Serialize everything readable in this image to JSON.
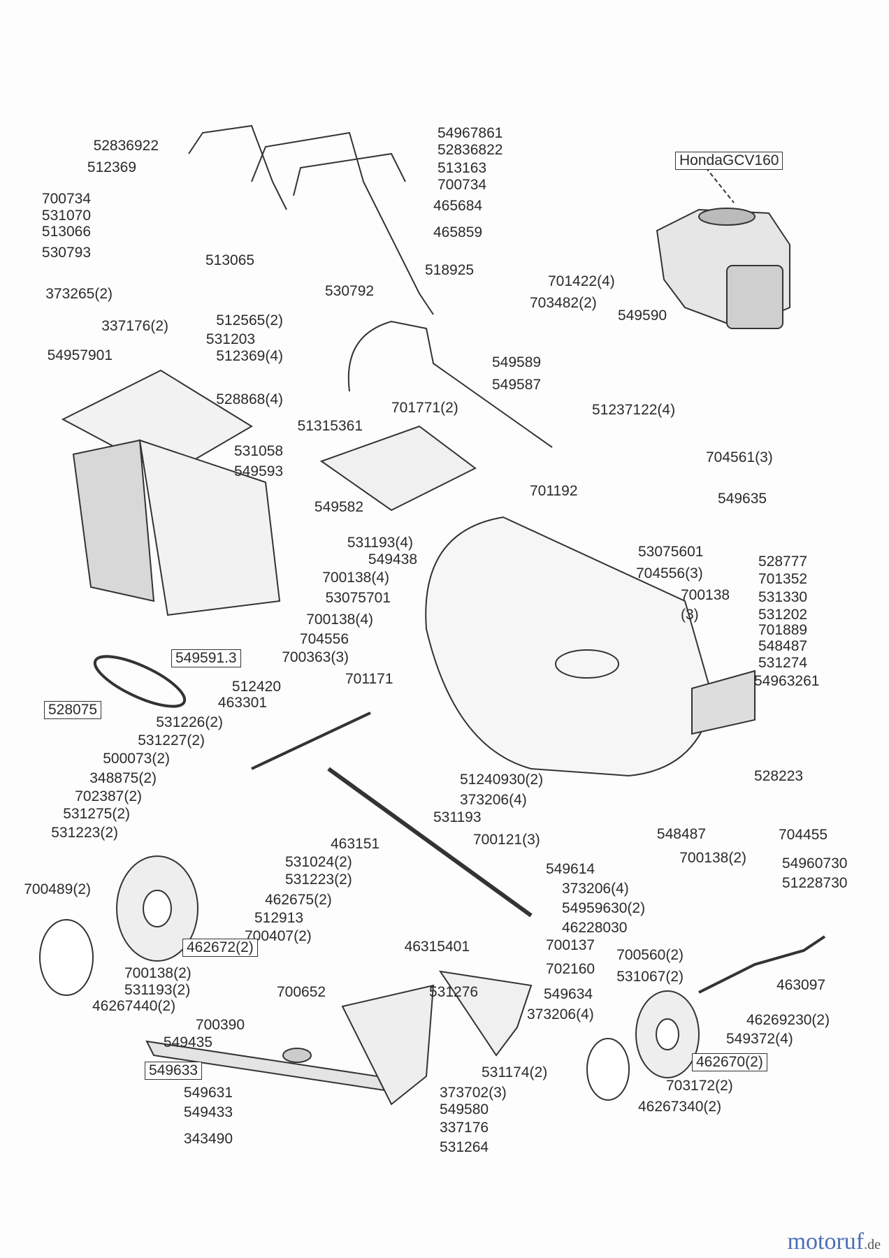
{
  "labels": [
    "54967861",
    "52836822",
    "513163",
    "700734",
    "465684",
    "465859",
    "518925",
    "701422(4)",
    "703482(2)",
    "549590",
    "HondaGCV160",
    "52836922",
    "512369",
    "700734",
    "531070",
    "513066",
    "530793",
    "373265(2)",
    "337176(2)",
    "513065",
    "530792",
    "512565(2)",
    "531203",
    "512369(4)",
    "54957901",
    "528868(4)",
    "51315361",
    "701771(2)",
    "51237122(4)",
    "704561(3)",
    "531058",
    "549593",
    "549582",
    "701192",
    "549635",
    "549589",
    "549587",
    "531193(4)",
    "549438",
    "700138(4)",
    "53075701",
    "53075601",
    "704556(3)",
    "700138",
    "(3)",
    "528777",
    "701352",
    "531330",
    "531202",
    "701889",
    "548487",
    "531274",
    "54963261",
    "700138(4)",
    "704556",
    "700363(3)",
    "549591.3",
    "528075",
    "512420",
    "701171",
    "463301",
    "531226(2)",
    "531227(2)",
    "500073(2)",
    "348875(2)",
    "702387(2)",
    "531275(2)",
    "531223(2)",
    "700489(2)",
    "51240930(2)",
    "373206(4)",
    "531193",
    "463151",
    "700121(3)",
    "531024(2)",
    "531223(2)",
    "462675(2)",
    "512913",
    "700407(2)",
    "462672(2)",
    "700138(2)",
    "531193(2)",
    "46267440(2)",
    "528223",
    "548487",
    "704455",
    "700138(2)",
    "54960730",
    "51228730",
    "549614",
    "373206(4)",
    "54959630(2)",
    "46228030",
    "46315401",
    "700137",
    "702160",
    "700560(2)",
    "531067(2)",
    "463097",
    "700652",
    "531276",
    "549634",
    "700390",
    "373206(4)",
    "46269230(2)",
    "549372(4)",
    "549435",
    "462670(2)",
    "549633",
    "531174(2)",
    "703172(2)",
    "373702(3)",
    "549631",
    "46267340(2)",
    "549580",
    "549433",
    "337176",
    "343490",
    "531264"
  ],
  "watermark": {
    "brand": "motoruf",
    "tld": ".de"
  }
}
